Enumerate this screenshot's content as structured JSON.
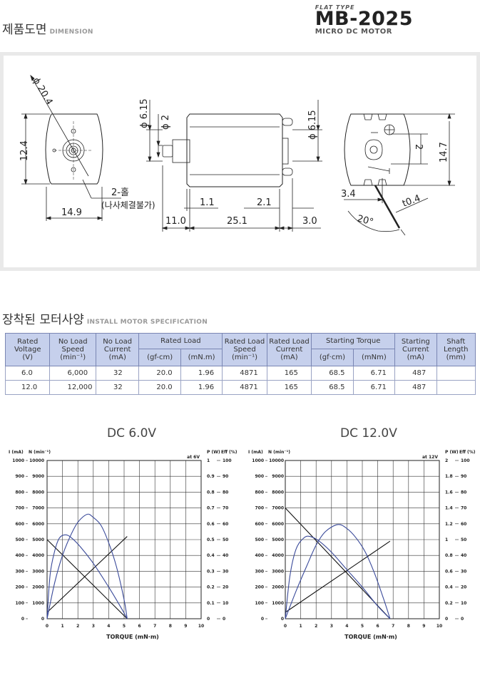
{
  "header": {
    "title": "제품도면",
    "subtitle": "DIMENSION",
    "brand_type": "FLAT TYPE",
    "model": "MB-2025",
    "product": "MICRO DC MOTOR"
  },
  "dimension_labels": {
    "phi_20_4": "ϕ 20.4",
    "d_12_4": "12.4",
    "hole_note_1": "2-홀",
    "hole_note_2": "(나사체결불가)",
    "d_14_9": "14.9",
    "phi_6_15_a": "ϕ 6.15",
    "phi_2": "ϕ 2",
    "phi_6_15_b": "ϕ 6.15",
    "d_1_1": "1.1",
    "d_2_1": "2.1",
    "d_11_0": "11.0",
    "d_25_1": "25.1",
    "d_3_0": "3.0",
    "d_2": "2",
    "d_14_7": "14.7",
    "d_3_4": "3.4",
    "t_0_4": "t0.4",
    "ang_20": "20°"
  },
  "spec": {
    "title": "장착된 모터사양",
    "subtitle": "INSTALL MOTOR SPECIFICATION",
    "headers": {
      "voltage": [
        "Rated",
        "Voltage",
        "(V)"
      ],
      "speed": [
        "No Load",
        "Speed",
        "(min⁻¹)"
      ],
      "current": [
        "No Load",
        "Current",
        "(mA)"
      ],
      "rated_load": "Rated Load",
      "rl_gf": "(gf-cm)",
      "rl_mn": "(mN.m)",
      "rl_speed": [
        "Rated Load",
        "Speed",
        "(min⁻¹)"
      ],
      "rl_current": [
        "Rated Load",
        "Current",
        "(mA)"
      ],
      "torque": "Starting Torque",
      "st_gf": "(gf·cm)",
      "st_mn": "(mNm)",
      "st_current": [
        "Starting",
        "Current",
        "(mA)"
      ],
      "shaft": [
        "Shaft",
        "Length",
        "(mm)"
      ]
    },
    "rows": [
      [
        "6.0",
        "6,000",
        "32",
        "20.0",
        "1.96",
        "4871",
        "165",
        "68.5",
        "6.71",
        "487",
        ""
      ],
      [
        "12.0",
        "12,000",
        "32",
        "20.0",
        "1.96",
        "4871",
        "165",
        "68.5",
        "6.71",
        "487",
        ""
      ]
    ]
  },
  "chart_data": [
    {
      "type": "line",
      "title": "DC 6.0V",
      "xlabel": "TORQUE (mN·m)",
      "xlim": [
        0,
        10
      ],
      "xticks": [
        "0",
        "1",
        "2",
        "3",
        "4",
        "5",
        "6",
        "7",
        "8",
        "9",
        "10"
      ],
      "axis_headers": {
        "current": "I (mA)",
        "speed": "N (min⁻¹)",
        "power": "P (W)",
        "eff": "Eff (%)"
      },
      "corner_note": "at 6V",
      "current_ticks": [
        "0",
        "100",
        "200",
        "300",
        "400",
        "500",
        "600",
        "700",
        "800",
        "900",
        "1000"
      ],
      "speed_ticks": [
        "0",
        "1000",
        "2000",
        "3000",
        "4000",
        "5000",
        "6000",
        "7000",
        "8000",
        "9000",
        "10000"
      ],
      "power_ticks": [
        "0",
        "0.1",
        "0.2",
        "0.3",
        "0.4",
        "0.5",
        "0.6",
        "0.7",
        "0.8",
        "0.9",
        "1"
      ],
      "eff_ticks": [
        "0",
        "10",
        "20",
        "30",
        "40",
        "50",
        "60",
        "70",
        "80",
        "90",
        "100"
      ],
      "grid": true,
      "series": [
        {
          "kind": "speed",
          "points": [
            [
              0,
              5000
            ],
            [
              5.2,
              0
            ]
          ]
        },
        {
          "kind": "current",
          "points": [
            [
              0,
              40
            ],
            [
              5.2,
              520
            ]
          ]
        },
        {
          "kind": "power",
          "points": [
            [
              0,
              0
            ],
            [
              0.5,
              0.23
            ],
            [
              1,
              0.4
            ],
            [
              1.5,
              0.52
            ],
            [
              2,
              0.61
            ],
            [
              2.6,
              0.66
            ],
            [
              3,
              0.64
            ],
            [
              3.5,
              0.59
            ],
            [
              4,
              0.48
            ],
            [
              4.5,
              0.33
            ],
            [
              5,
              0.12
            ],
            [
              5.2,
              0
            ]
          ]
        },
        {
          "kind": "efficiency",
          "points": [
            [
              0,
              0
            ],
            [
              0.2,
              28
            ],
            [
              0.5,
              43
            ],
            [
              0.8,
              51
            ],
            [
              1.2,
              53
            ],
            [
              1.6,
              51
            ],
            [
              2.2,
              45
            ],
            [
              3,
              35
            ],
            [
              4,
              20
            ],
            [
              4.8,
              7
            ],
            [
              5.2,
              0
            ]
          ]
        }
      ]
    },
    {
      "type": "line",
      "title": "DC 12.0V",
      "xlabel": "TORQUE (mN·m)",
      "xlim": [
        0,
        10
      ],
      "xticks": [
        "0",
        "1",
        "2",
        "3",
        "4",
        "5",
        "6",
        "7",
        "8",
        "9",
        "10"
      ],
      "axis_headers": {
        "current": "I (mA)",
        "speed": "N (min⁻¹)",
        "power": "P (W)",
        "eff": "Eff (%)"
      },
      "corner_note": "at 12V",
      "current_ticks": [
        "0",
        "100",
        "200",
        "300",
        "400",
        "500",
        "600",
        "700",
        "800",
        "900",
        "1000"
      ],
      "speed_ticks": [
        "0",
        "1000",
        "2000",
        "3000",
        "4000",
        "5000",
        "6000",
        "7000",
        "8000",
        "9000",
        "10000"
      ],
      "power_ticks": [
        "0",
        "0.2",
        "0.4",
        "0.6",
        "0.8",
        "1",
        "1.2",
        "1.4",
        "1.6",
        "1.8",
        "2"
      ],
      "eff_ticks": [
        "0",
        "10",
        "20",
        "30",
        "40",
        "50",
        "60",
        "70",
        "80",
        "90",
        "100"
      ],
      "grid": true,
      "series": [
        {
          "kind": "speed",
          "points": [
            [
              0,
              7000
            ],
            [
              6.8,
              0
            ]
          ]
        },
        {
          "kind": "current",
          "points": [
            [
              0,
              40
            ],
            [
              6.8,
              490
            ]
          ]
        },
        {
          "kind": "power",
          "points": [
            [
              0,
              0
            ],
            [
              0.7,
              0.35
            ],
            [
              1.4,
              0.67
            ],
            [
              2,
              0.93
            ],
            [
              2.6,
              1.1
            ],
            [
              3.4,
              1.19
            ],
            [
              4,
              1.14
            ],
            [
              4.6,
              1.02
            ],
            [
              5.2,
              0.84
            ],
            [
              5.8,
              0.57
            ],
            [
              6.4,
              0.24
            ],
            [
              6.8,
              0
            ]
          ]
        },
        {
          "kind": "efficiency",
          "points": [
            [
              0,
              0
            ],
            [
              0.3,
              27
            ],
            [
              0.7,
              44
            ],
            [
              1.2,
              51
            ],
            [
              1.6,
              52
            ],
            [
              2.2,
              49
            ],
            [
              3,
              42
            ],
            [
              4,
              31
            ],
            [
              5,
              20
            ],
            [
              6,
              8
            ],
            [
              6.8,
              0
            ]
          ]
        }
      ]
    }
  ]
}
